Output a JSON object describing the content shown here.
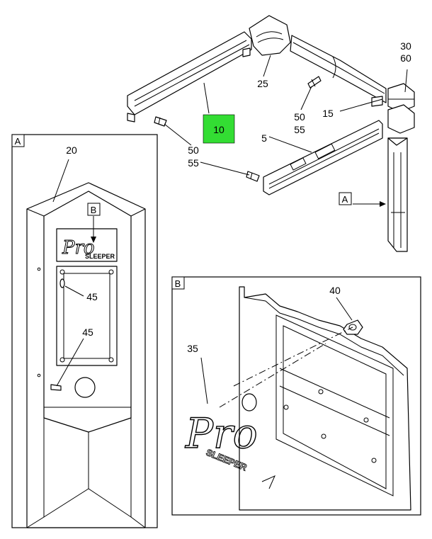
{
  "callouts": {
    "c30": "30",
    "c60": "60",
    "c25": "25",
    "c50a": "50",
    "c55a": "55",
    "c15": "15",
    "c10": "10",
    "c5": "5",
    "c50b": "50",
    "c55b": "55",
    "c20": "20",
    "c45a": "45",
    "c45b": "45",
    "c40": "40",
    "c35": "35"
  },
  "view_labels": {
    "view_a": "A",
    "view_b": "B",
    "ref_a": "A",
    "ref_b": "B"
  },
  "logo": {
    "script": "Pro",
    "word": "SLEEPER"
  },
  "colors": {
    "highlight": "#33dd33",
    "line": "#000000",
    "background": "#ffffff"
  }
}
